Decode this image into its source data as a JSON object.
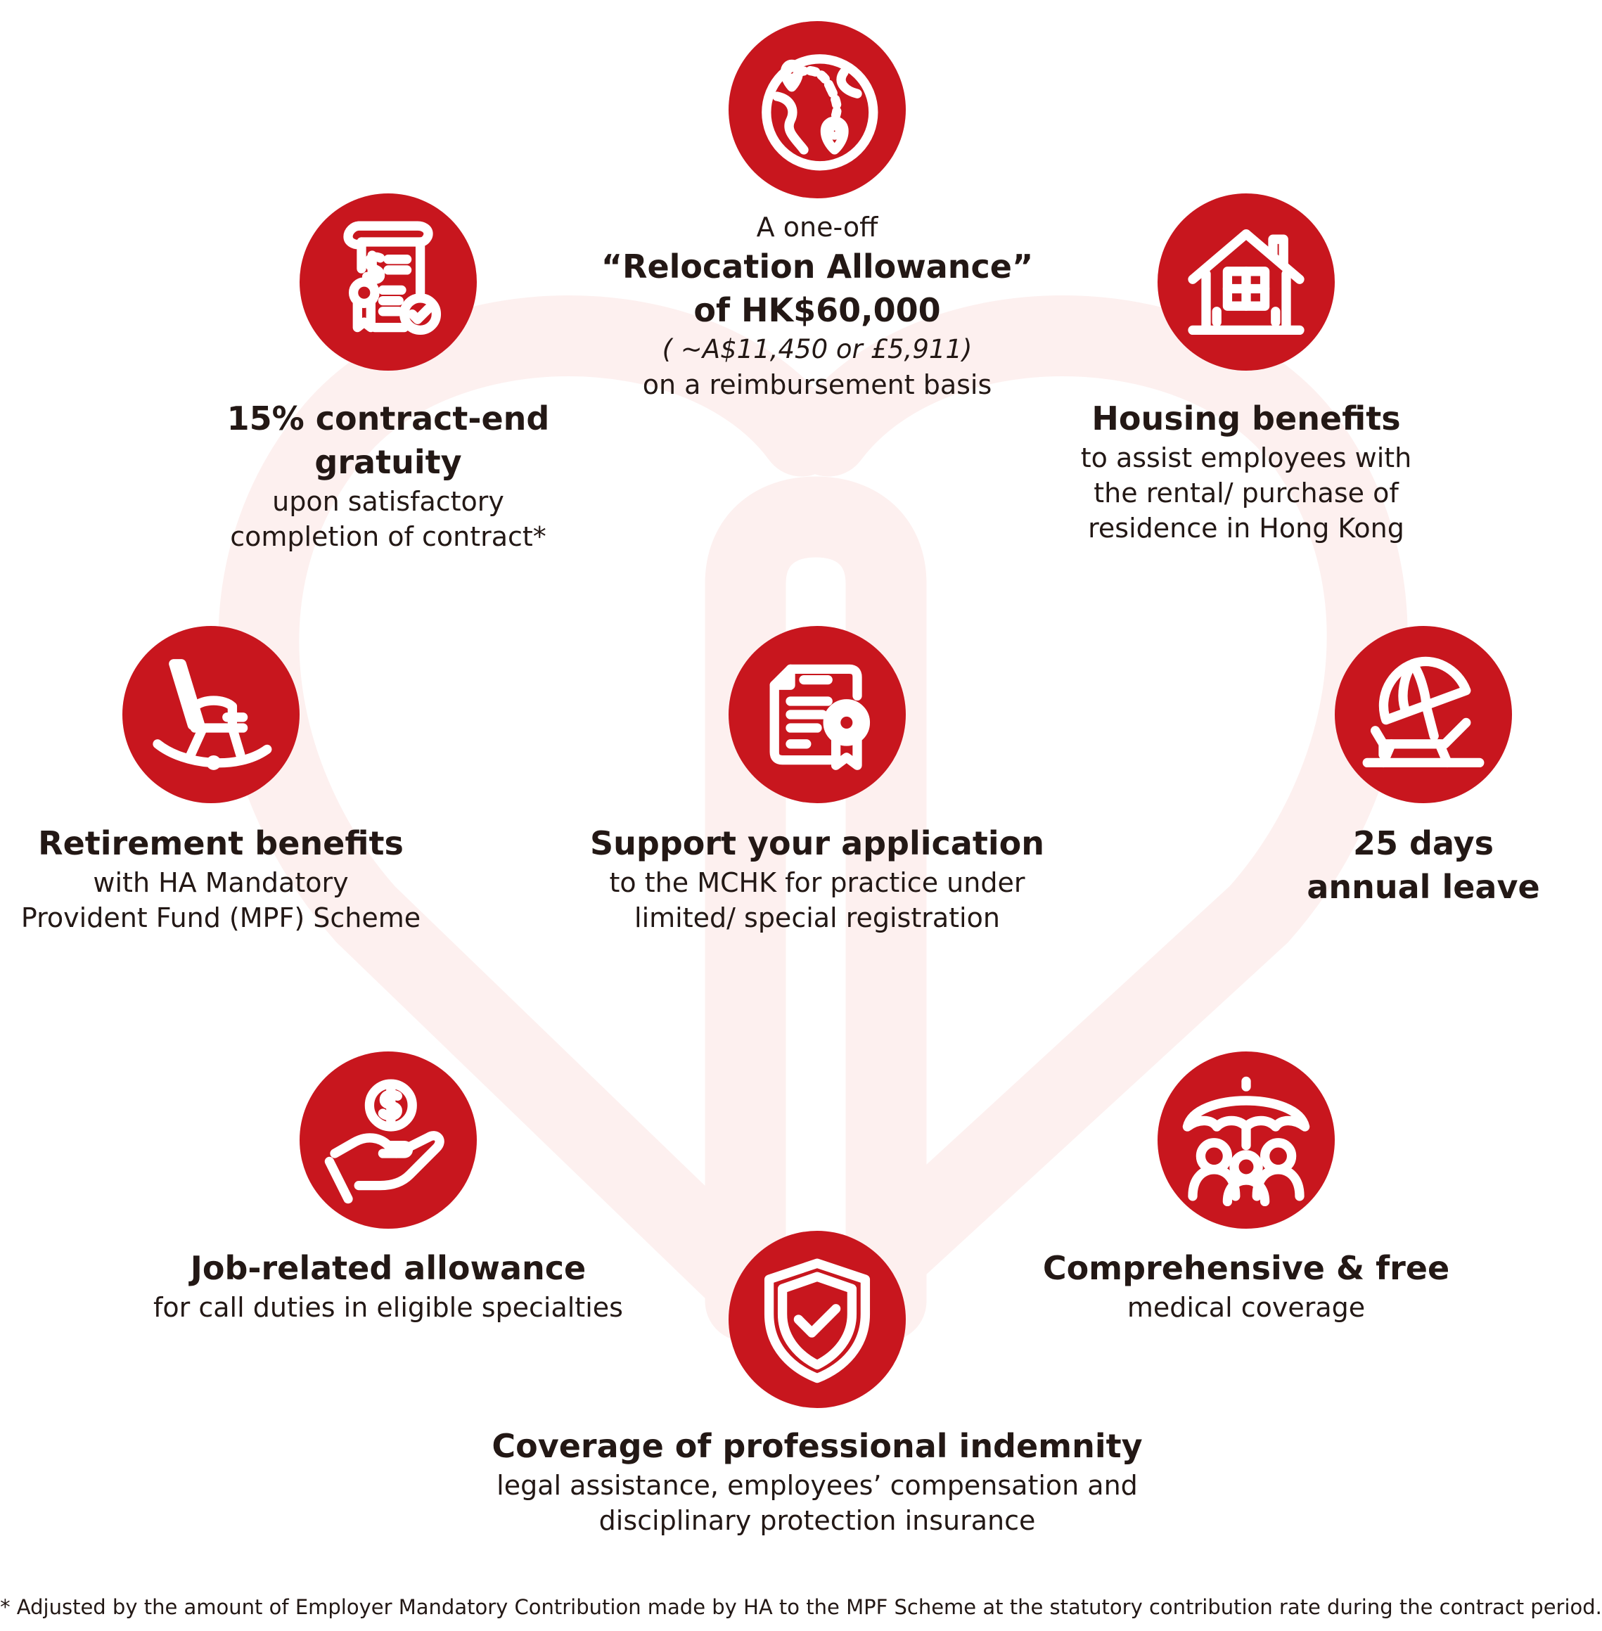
{
  "colors": {
    "accent": "#c8161e",
    "text": "#231815",
    "background_shape": "#fdf0ef"
  },
  "benefits": {
    "relocation": {
      "icon": "globe-route-icon",
      "pre": "A one-off",
      "title_line1": "“Relocation Allowance”",
      "title_line2": "of HK$60,000",
      "note": "( ~A$11,450 or £5,911)",
      "desc": "on a reimbursement basis"
    },
    "gratuity": {
      "icon": "contract-certificate-icon",
      "title_line1": "15% contract-end",
      "title_line2": "gratuity",
      "desc_line1": "upon satisfactory",
      "desc_line2": "completion of contract*"
    },
    "housing": {
      "icon": "house-icon",
      "title": "Housing benefits",
      "desc_line1": "to assist employees with",
      "desc_line2": "the rental/ purchase of",
      "desc_line3": "residence in Hong Kong"
    },
    "retirement": {
      "icon": "rocking-chair-icon",
      "title": "Retirement benefits",
      "desc_line1": "with HA Mandatory",
      "desc_line2": "Provident Fund (MPF) Scheme"
    },
    "application": {
      "icon": "certificate-document-icon",
      "title": "Support your application",
      "desc_line1": "to the MCHK for practice under",
      "desc_line2": "limited/ special registration"
    },
    "leave": {
      "icon": "beach-umbrella-icon",
      "title_line1": "25 days",
      "title_line2": "annual leave"
    },
    "job_allowance": {
      "icon": "hand-coin-icon",
      "title": "Job-related allowance",
      "desc": "for call duties in eligible specialties"
    },
    "medical": {
      "icon": "family-umbrella-icon",
      "title": "Comprehensive & free",
      "desc": "medical coverage"
    },
    "indemnity": {
      "icon": "shield-check-icon",
      "title": "Coverage of professional indemnity",
      "desc_line1": "legal assistance, employees’ compensation and",
      "desc_line2": "disciplinary protection insurance"
    }
  },
  "footnote": "* Adjusted by the amount of Employer Mandatory Contribution made by HA to the MPF Scheme at the statutory contribution rate during the contract period."
}
